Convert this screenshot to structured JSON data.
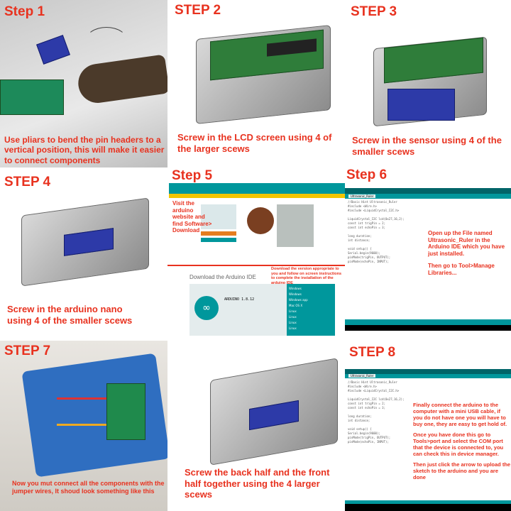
{
  "colors": {
    "caption": "#e8321f",
    "arduino_teal": "#00979c"
  },
  "steps": [
    {
      "title": "Step 1",
      "caption": "Use pliars to bend the pin headers to a vertical position, this will make it easier to connect components"
    },
    {
      "title": "STEP 2",
      "caption": "Screw in the LCD screen using 4 of the larger scews"
    },
    {
      "title": "STEP 3",
      "caption": "Screw in the sensor using 4 of the smaller scews"
    },
    {
      "title": "STEP 4",
      "caption": "Screw in the arduino nano using 4 of the smaller scews"
    },
    {
      "title": "Step 5",
      "caption": "Visit the arduino website and find Software> Download",
      "caption2": "Download the version appropriate to you and follow on screen instructions to complete the installation of the arduino IDE",
      "download_heading": "Download the Arduino IDE",
      "ide_version": "ARDUINO 1.8.12",
      "downloads": [
        "Windows",
        "Windows",
        "Windows app",
        "Mac OS X",
        "Linux",
        "Linux",
        "Linux",
        "Linux"
      ]
    },
    {
      "title": "Step 6",
      "caption": "Open up the File named Ultrasonic_Ruler in the Arduino IDE which you have just installed.",
      "caption2": "Then go to Tool>Manage Libraries...",
      "tab": "Ultrasonic_Ruler"
    },
    {
      "title": "STEP 7",
      "caption": "Now you mut connect all the components with the jumper wires, It shoud look something like this"
    },
    {
      "title": "",
      "caption": "Screw the back half and the front half together using the 4 larger scews"
    },
    {
      "title": "STEP 8",
      "caption": "Finally connect the arduino to the computer with a mini USB cable, if you do not have one you will have to buy one, they are easy to get hold of.",
      "caption2": "Once you have done this go to Tools>port and select the COM port that the device is connected to, you can check this in device manager.",
      "caption3": "Then just click the arrow to upload the sketch to the arduino and you are done",
      "tab": "Ultrasonic_Ruler"
    }
  ]
}
